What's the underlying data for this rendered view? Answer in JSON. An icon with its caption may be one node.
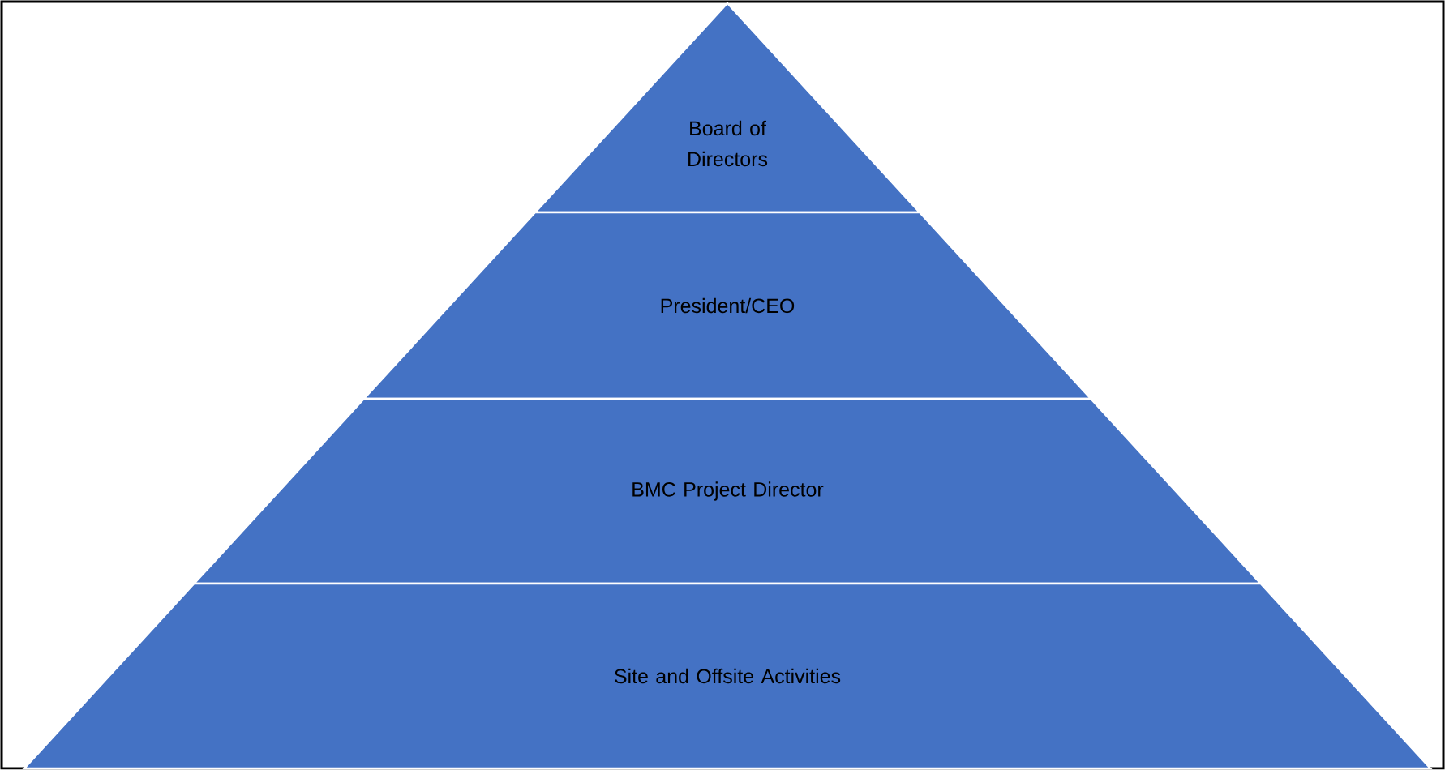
{
  "diagram": {
    "nodes": [
      {
        "text": [
          "Board of Directors"
        ]
      },
      {
        "text": [
          "President/CEO"
        ]
      },
      {
        "text": [
          "BMC Project Director"
        ]
      },
      {
        "text": [
          "Site and Offsite Activities"
        ]
      }
    ]
  }
}
